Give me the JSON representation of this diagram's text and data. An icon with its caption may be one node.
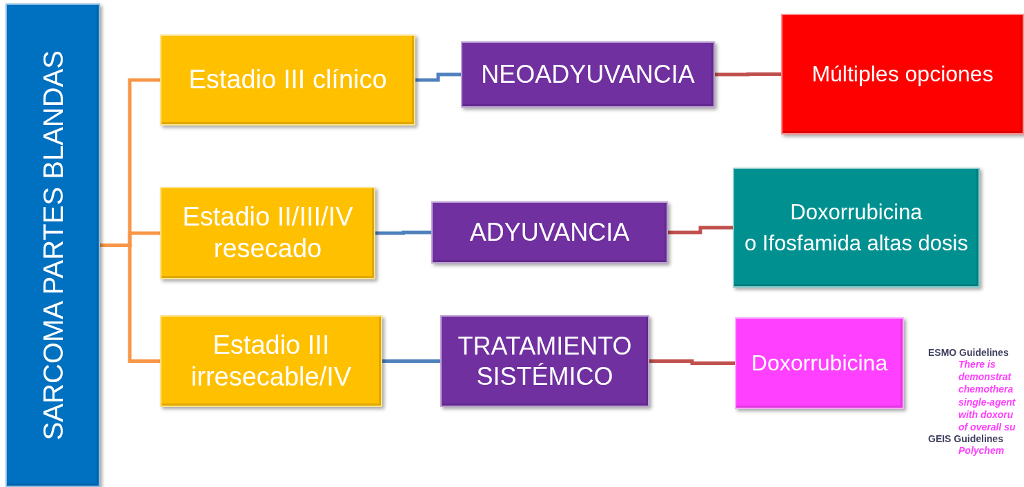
{
  "diagram": {
    "nodes": [
      {
        "text": [
          "SARCOMA PARTES BLANDAS"
        ]
      },
      {
        "text": [
          "Estadio III clínico"
        ]
      },
      {
        "text": [
          "NEOADYUVANCIA"
        ]
      },
      {
        "text": [
          "Múltiples opciones"
        ]
      },
      {
        "text": [
          "Estadio II/III/IV resecado"
        ]
      },
      {
        "text": [
          "ADYUVANCIA"
        ]
      },
      {
        "text": [
          "Doxorrubicina",
          "o Ifosfamida altas dosis"
        ]
      },
      {
        "text": [
          "Estadio III irresecable/IV"
        ]
      },
      {
        "text": [
          "TRATAMIENTO SISTÉMICO"
        ]
      },
      {
        "text": [
          "Doxorrubicina"
        ]
      }
    ],
    "edges": [
      {
        "from": 0,
        "to": 1,
        "arrow": "none",
        "color": "#f79646"
      },
      {
        "from": 0,
        "to": 4,
        "arrow": "none",
        "color": "#f79646"
      },
      {
        "from": 0,
        "to": 7,
        "arrow": "none",
        "color": "#f79646"
      },
      {
        "from": 1,
        "to": 2,
        "arrow": "none",
        "color": "#4f81bd"
      },
      {
        "from": 4,
        "to": 5,
        "arrow": "none",
        "color": "#4f81bd"
      },
      {
        "from": 7,
        "to": 8,
        "arrow": "none",
        "color": "#4f81bd"
      },
      {
        "from": 2,
        "to": 3,
        "arrow": "none",
        "color": "#c0504d"
      },
      {
        "from": 5,
        "to": 6,
        "arrow": "none",
        "color": "#c0504d"
      },
      {
        "from": 8,
        "to": 9,
        "arrow": "none",
        "color": "#c0504d"
      }
    ],
    "labels": [
      "ESMO Guidelines",
      "There is demonstrat chemothera single-agent with doxoru of overall su",
      "GEIS Guidelines",
      "Polychem"
    ]
  }
}
